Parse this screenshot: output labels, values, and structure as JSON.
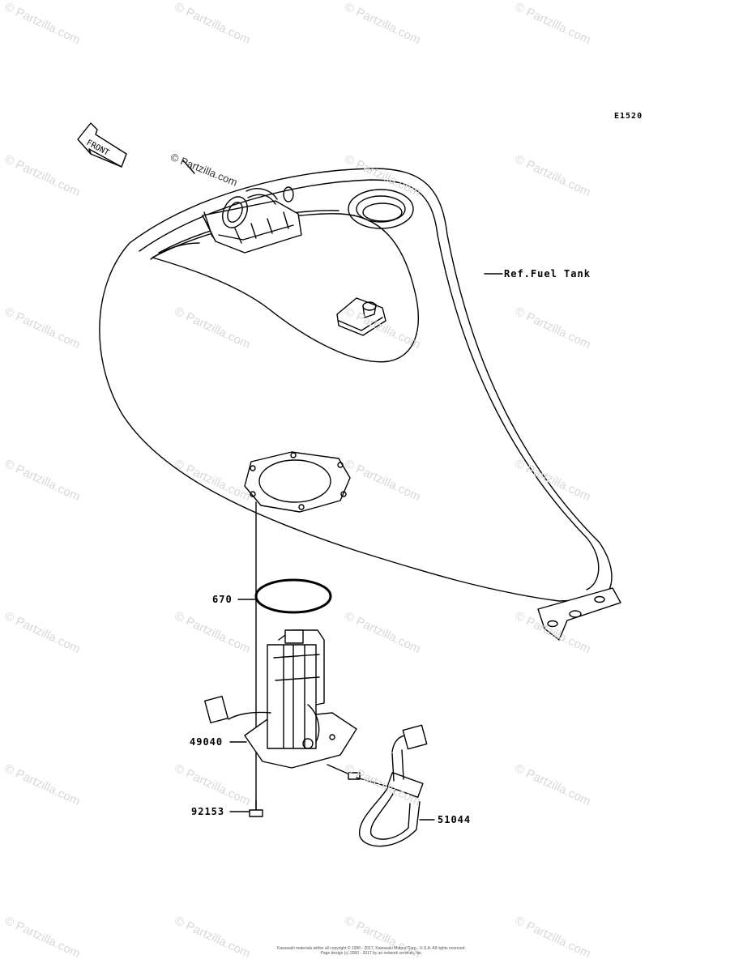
{
  "diagram_code": "E1520",
  "front_label": "FRONT",
  "stamp": "© Partzilla.com",
  "watermark_text": "© Partzilla.com",
  "parts": {
    "ref_fuel_tank": "Ref.Fuel Tank",
    "p670": "670",
    "p49040": "49040",
    "p92153": "92153",
    "p51044": "51044"
  },
  "copyright": [
    "Kawasaki materials within all copyright © 1996 - 2017, Kawasaki Motors Corp., U.S.A. All rights reserved.",
    "Page design (c) 2000 - 2017 by ari network services, inc."
  ]
}
